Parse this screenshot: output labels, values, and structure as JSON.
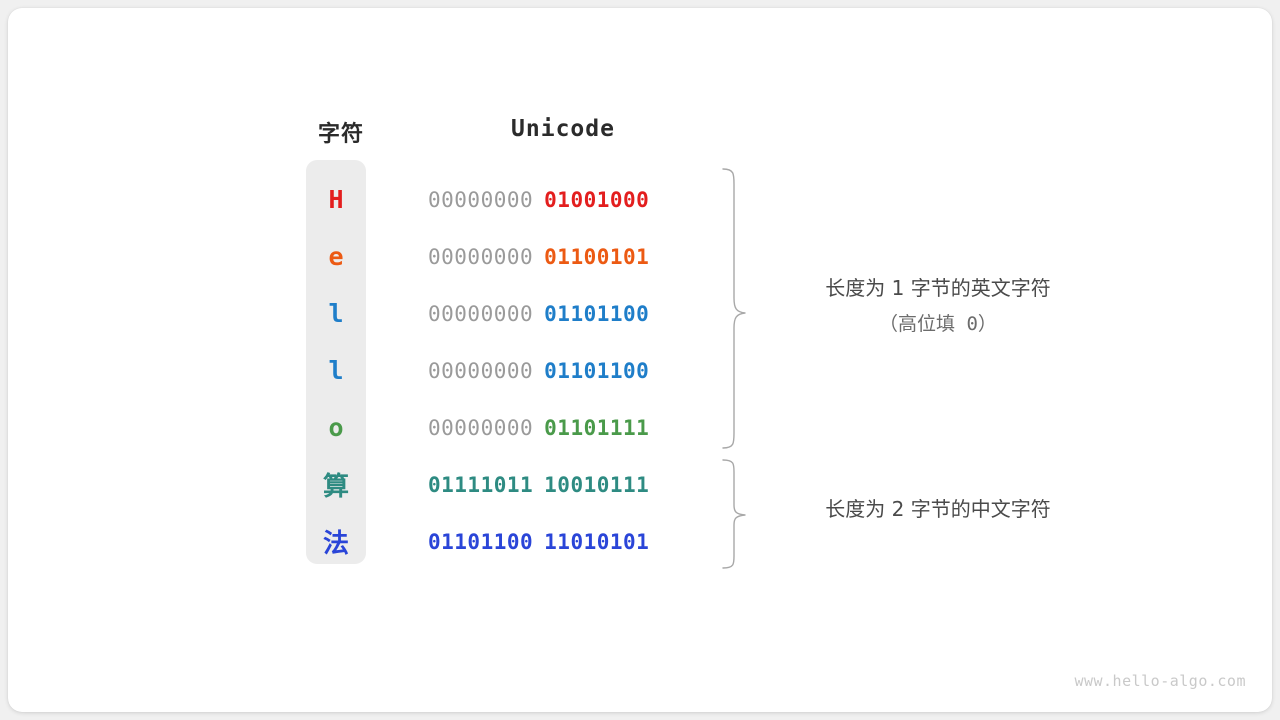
{
  "headers": {
    "character": "字符",
    "unicode": "Unicode"
  },
  "rows": [
    {
      "char": "H",
      "script": "latin",
      "color": "#e31e1e",
      "high_byte": "00000000",
      "low_byte": "01001000"
    },
    {
      "char": "e",
      "script": "latin",
      "color": "#ec5a13",
      "high_byte": "00000000",
      "low_byte": "01100101"
    },
    {
      "char": "l",
      "script": "latin",
      "color": "#1f7ec9",
      "high_byte": "00000000",
      "low_byte": "01101100"
    },
    {
      "char": "l",
      "script": "latin",
      "color": "#1f7ec9",
      "high_byte": "00000000",
      "low_byte": "01101100"
    },
    {
      "char": "o",
      "script": "latin",
      "color": "#4a9a4a",
      "high_byte": "00000000",
      "low_byte": "01101111"
    },
    {
      "char": "算",
      "script": "cjk",
      "color": "#2e8b82",
      "high_byte": "01111011",
      "low_byte": "10010111",
      "both_bold": true
    },
    {
      "char": "法",
      "script": "cjk",
      "color": "#2a45d8",
      "high_byte": "01101100",
      "low_byte": "11010101",
      "both_bold": true
    }
  ],
  "annotations": {
    "group1_line1": "长度为 1 字节的英文字符",
    "group1_line2": "（高位填 0）",
    "group2_line1": "长度为 2 字节的中文字符"
  },
  "watermark": "www.hello-algo.com",
  "colors": {
    "background": "#f0f0f0",
    "card": "#ffffff",
    "char_column": "#ececec",
    "high_byte_gray": "#9a9a9a",
    "brace": "#a8a8a8",
    "annotation_text": "#4a4a4a",
    "header_text": "#2b2b2b",
    "watermark": "#c9c9c9"
  }
}
